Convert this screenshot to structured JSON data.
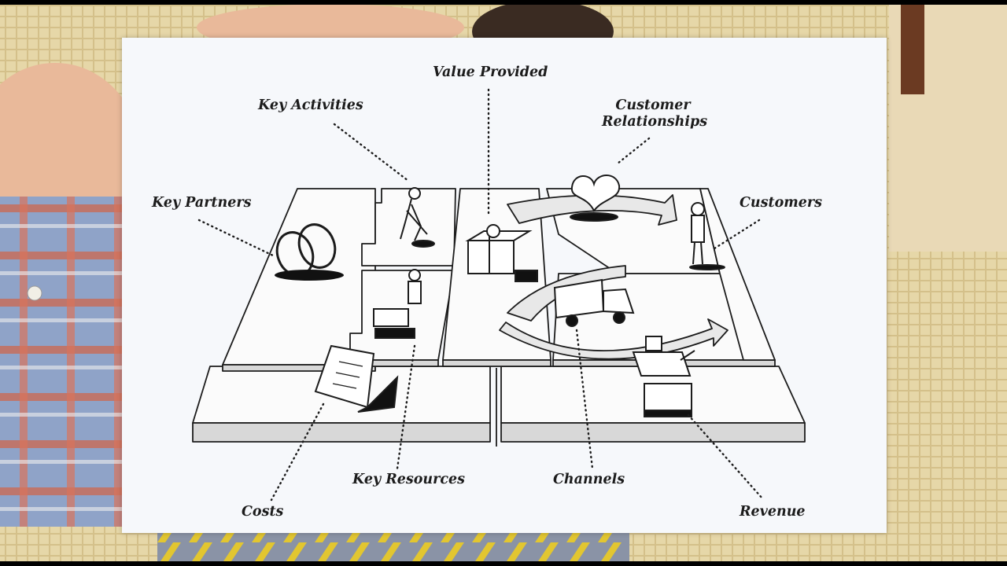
{
  "labels": {
    "value_provided": "Value Provided",
    "key_activities": "Key Activities",
    "customer_relationships_line1": "Customer",
    "customer_relationships_line2": "Relationships",
    "key_partners": "Key Partners",
    "customers": "Customers",
    "key_resources": "Key Resources",
    "channels": "Channels",
    "costs": "Costs",
    "revenue": "Revenue"
  },
  "colors": {
    "ink": "#1c1c1c",
    "panel": "#f6f8fb",
    "block_top": "#fbfbfb",
    "block_side": "#d8d8d8",
    "rug": "#d9c89a"
  },
  "icons": [
    "rings-icon",
    "digging-person-icon",
    "gift-icon",
    "heart-icon",
    "standing-person-icon",
    "working-person-icon",
    "truck-icon",
    "cash-register-icon",
    "document-icon"
  ]
}
